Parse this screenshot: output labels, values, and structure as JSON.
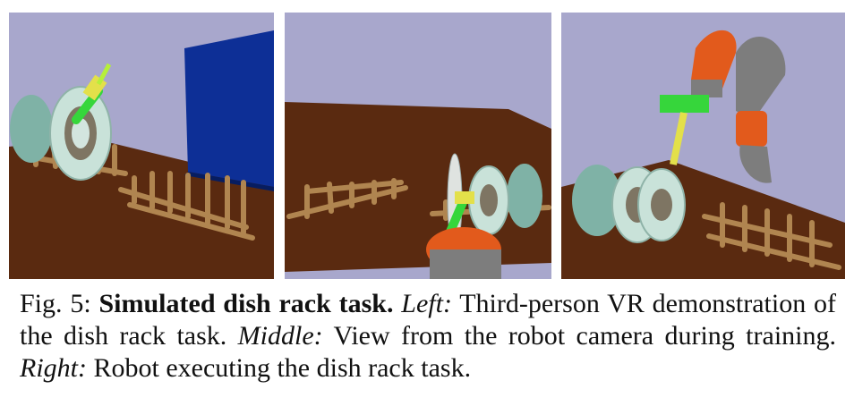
{
  "figure": {
    "panels": [
      {
        "id": "left",
        "depicts": "third-person-vr-demonstration"
      },
      {
        "id": "middle",
        "depicts": "robot-camera-view"
      },
      {
        "id": "right",
        "depicts": "robot-executing-task"
      }
    ],
    "colors": {
      "sky": "#a8a7cc",
      "table": "#5a2a10",
      "rack": "#b08550",
      "plate_rim": "#c9e2d9",
      "robot_orange": "#e25a1c",
      "robot_gray": "#7d7d7d",
      "gripper_green": "#36d63b",
      "blue_box": "#0d2f96"
    }
  },
  "caption": {
    "label": "Fig. 5:",
    "title": "Simulated dish rack task.",
    "left_tag": "Left:",
    "left_text": "Third-person VR demonstration of the dish rack task.",
    "middle_tag": "Middle:",
    "middle_text": "View from the robot camera during training.",
    "right_tag": "Right:",
    "right_text": "Robot executing the dish rack task."
  }
}
